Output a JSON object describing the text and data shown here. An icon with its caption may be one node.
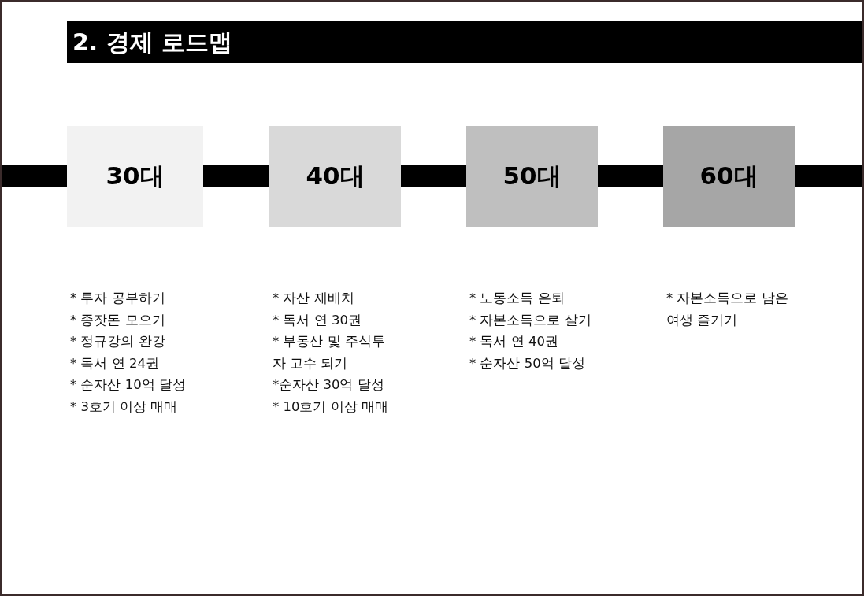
{
  "diagram": {
    "title": "2. 경제 로드맵",
    "nodes": [
      {
        "text": [
          "30대"
        ],
        "beside": [
          "* 투자 공부하기",
          "* 종잣돈 모으기",
          "* 정규강의 완강",
          "* 독서 연 24권",
          "* 순자산 10억 달성",
          "* 3호기 이상 매매"
        ]
      },
      {
        "text": [
          "40대"
        ],
        "beside": [
          "* 자산 재배치",
          "* 독서 연 30권",
          "* 부동산 및 주식투자 고수 되기",
          "*순자산 30억 달성",
          "* 10호기 이상 매매"
        ]
      },
      {
        "text": [
          "50대"
        ],
        "beside": [
          "* 노동소득 은퇴",
          "* 자본소득으로 살기",
          "* 독서 연 40권",
          "* 순자산 50억 달성"
        ]
      },
      {
        "text": [
          "60대"
        ]
      }
    ],
    "edges": [
      {
        "from": null,
        "to": 0,
        "arrow": "none"
      },
      {
        "from": 0,
        "to": 1,
        "arrow": "none"
      },
      {
        "from": 1,
        "to": 2,
        "arrow": "none"
      },
      {
        "from": 2,
        "to": 3,
        "arrow": "none"
      },
      {
        "from": 3,
        "to": null,
        "arrow": "none"
      }
    ],
    "labels": [
      "* 자본소득으로 남은 여생 즐기기"
    ]
  }
}
